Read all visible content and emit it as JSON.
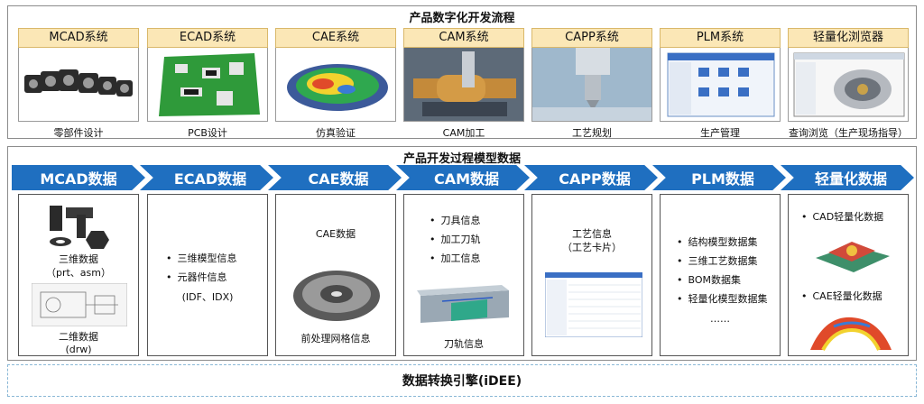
{
  "top": {
    "title": "产品数字化开发流程",
    "systems": [
      {
        "label": "MCAD系统",
        "caption": "零部件设计",
        "icon": "servo-motors-image"
      },
      {
        "label": "ECAD系统",
        "caption": "PCB设计",
        "icon": "pcb-board-image"
      },
      {
        "label": "CAE系统",
        "caption": "仿真验证",
        "icon": "gear-simulation-image"
      },
      {
        "label": "CAM系统",
        "caption": "CAM加工",
        "icon": "machining-image"
      },
      {
        "label": "CAPP系统",
        "caption": "工艺规划",
        "icon": "milling-tool-image"
      },
      {
        "label": "PLM系统",
        "caption": "生产管理",
        "icon": "plm-software-image"
      },
      {
        "label": "轻量化浏览器",
        "caption": "查询浏览（生产现场指导）",
        "icon": "viewer-software-image"
      }
    ]
  },
  "mid": {
    "title": "产品开发过程模型数据",
    "stages": [
      "MCAD数据",
      "ECAD数据",
      "CAE数据",
      "CAM数据",
      "CAPP数据",
      "PLM数据",
      "轻量化数据"
    ],
    "mcad": {
      "text1": "三维数据",
      "text2": "（prt、asm）",
      "text3": "二维数据",
      "text4": "(drw)"
    },
    "ecad": {
      "items": [
        "三维模型信息",
        "元器件信息"
      ],
      "note": "(IDF、IDX)"
    },
    "cae": {
      "title": "CAE数据",
      "caption": "前处理网格信息"
    },
    "cam": {
      "items": [
        "刀具信息",
        "加工刀轨",
        "加工信息"
      ],
      "caption": "刀轨信息"
    },
    "capp": {
      "title1": "工艺信息",
      "title2": "（工艺卡片）"
    },
    "plm": {
      "items": [
        "结构模型数据集",
        "三维工艺数据集",
        "BOM数据集",
        "轻量化模型数据集"
      ],
      "more": "……"
    },
    "light": {
      "item1": "CAD轻量化数据",
      "item2": "CAE轻量化数据"
    }
  },
  "bottom": {
    "label": "数据转换引擎(iDEE)"
  },
  "colors": {
    "accent": "#1f6fc0",
    "header_fill": "#fbe7b6",
    "dashed_border": "#8ab8d6"
  }
}
